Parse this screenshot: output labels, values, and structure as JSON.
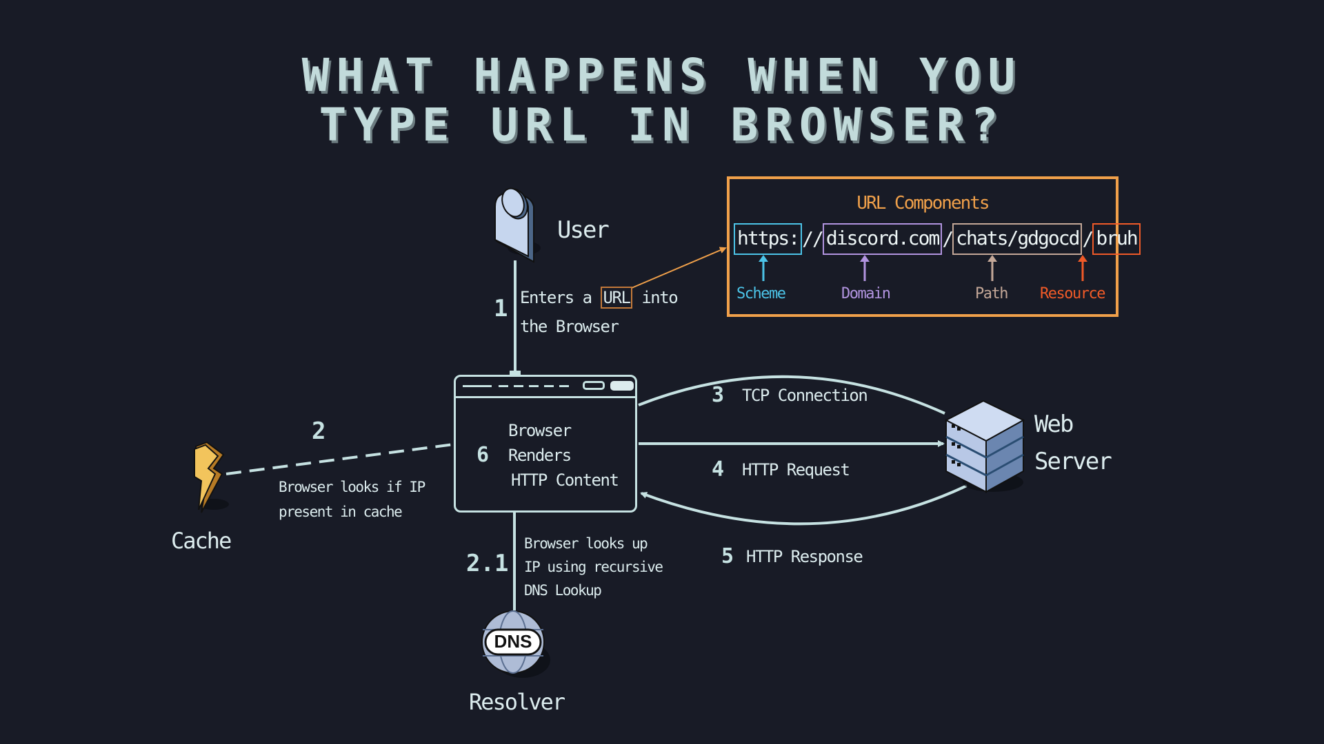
{
  "title": {
    "line1": "What happens when you",
    "line2": "type URL in browser?"
  },
  "nodes": {
    "user": "User",
    "browser": {
      "line1": "Browser",
      "line2": "Renders",
      "line3": "HTTP Content",
      "step": "6"
    },
    "cache": "Cache",
    "resolver": "Resolver",
    "resolver_badge": "DNS",
    "web_server": {
      "line1": "Web",
      "line2": "Server"
    }
  },
  "steps": {
    "s1": {
      "num": "1",
      "text_pre": "Enters a",
      "text_highlight": "URL",
      "text_post": "into",
      "line2": "the Browser"
    },
    "s2": {
      "num": "2",
      "line1": "Browser looks if IP",
      "line2": "present in cache"
    },
    "s21": {
      "num": "2.1",
      "line1": "Browser looks up",
      "line2": "IP using recursive",
      "line3": "DNS Lookup"
    },
    "s3": {
      "num": "3",
      "text": "TCP Connection"
    },
    "s4": {
      "num": "4",
      "text": "HTTP Request"
    },
    "s5": {
      "num": "5",
      "text": "HTTP Response"
    }
  },
  "url_components": {
    "title": "URL Components",
    "scheme": "https:",
    "sep1": "//",
    "domain": "discord.com",
    "sep2": "/",
    "path": "chats/gdgocd",
    "sep3": "/",
    "resource": "bruh",
    "labels": {
      "scheme": "Scheme",
      "domain": "Domain",
      "path": "Path",
      "resource": "Resource"
    },
    "colors": {
      "scheme": "#4cc4e8",
      "domain": "#b294e0",
      "path": "#c4a898",
      "resource": "#f05a28",
      "frame": "#f0a04a"
    }
  }
}
